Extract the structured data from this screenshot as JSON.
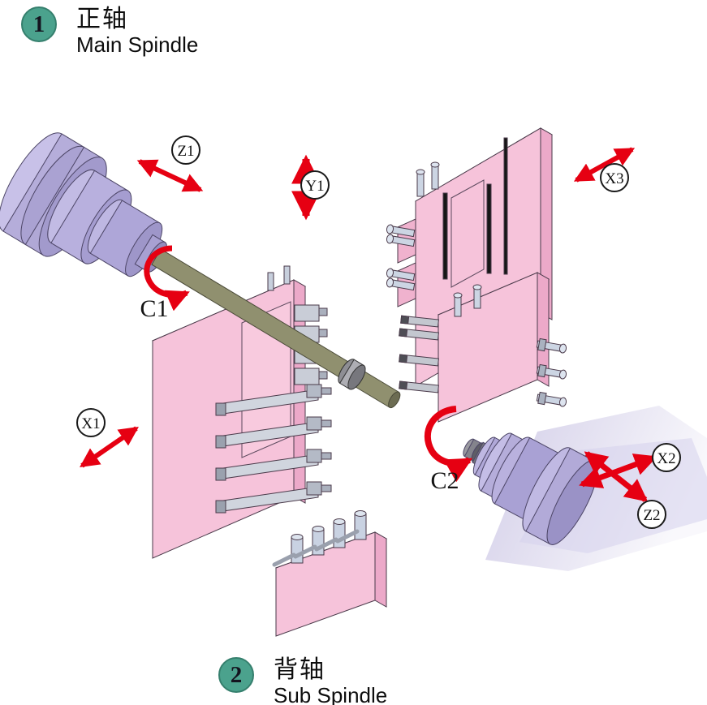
{
  "legend": {
    "main": {
      "number": "1",
      "zh": "正轴",
      "en": "Main Spindle"
    },
    "sub": {
      "number": "2",
      "zh": "背轴",
      "en": "Sub Spindle"
    }
  },
  "axis_labels": {
    "z1": "Z1",
    "y1": "Y1",
    "x3": "X3",
    "x1": "X1",
    "x2": "X2",
    "z2": "Z2",
    "c1": "C1",
    "c2": "C2"
  },
  "colors": {
    "arrow_red": "#e60012",
    "badge_teal": "#4ba28d",
    "machine_pink": "#f6c3da",
    "machine_pink_light": "#fbd4e6",
    "machine_pink_shade": "#eca9c9",
    "machine_purple": "#b3abd9",
    "bar_olive": "#90906f",
    "tool_steel": "#ccd5e3"
  }
}
